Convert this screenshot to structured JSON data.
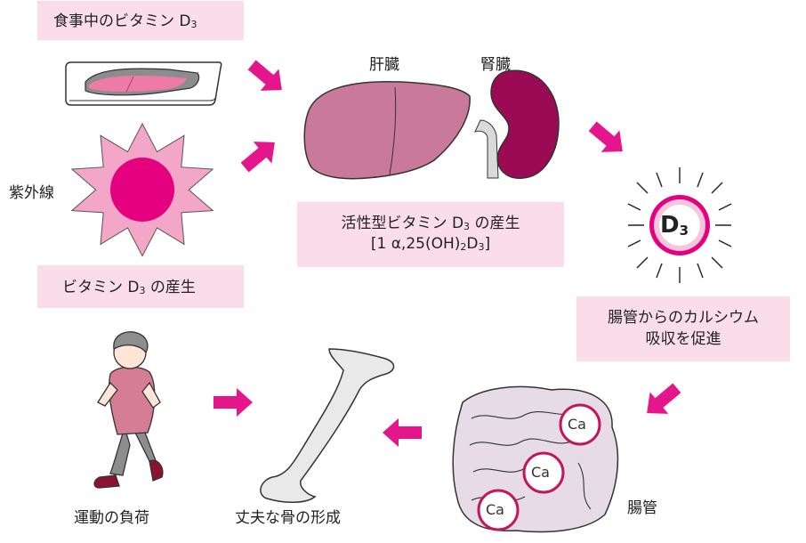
{
  "labels": {
    "food_prefix": "食事中のビタミン D",
    "food_sub": "3",
    "uv": "紫外線",
    "skin_prefix": "ビタミン D",
    "skin_sub": "3",
    "skin_suffix": " の産生",
    "liver": "肝臓",
    "kidney": "腎臓",
    "active_prefix": "活性型ビタミン D",
    "active_sub": "3",
    "active_suffix": " の産生",
    "active_formula_a": "[1 α,25(OH)",
    "active_formula_sub1": "2",
    "active_formula_b": "D",
    "active_formula_sub2": "3",
    "active_formula_c": "]",
    "d3_main": "D",
    "d3_sub": "3",
    "calcium_line1": "腸管からのカルシウム",
    "calcium_line2": "吸収を促進",
    "intestine": "腸管",
    "ca": "Ca",
    "bone": "丈夫な骨の形成",
    "exercise": "運動の負荷"
  },
  "colors": {
    "box_fill": "#fbdde9",
    "arrow": "#e5168c",
    "sun": "#e4007f",
    "liver": "#c97a9b",
    "kidney": "#9b0a55",
    "intestine": "#e6dbe6",
    "bone": "#e9e9ea"
  }
}
